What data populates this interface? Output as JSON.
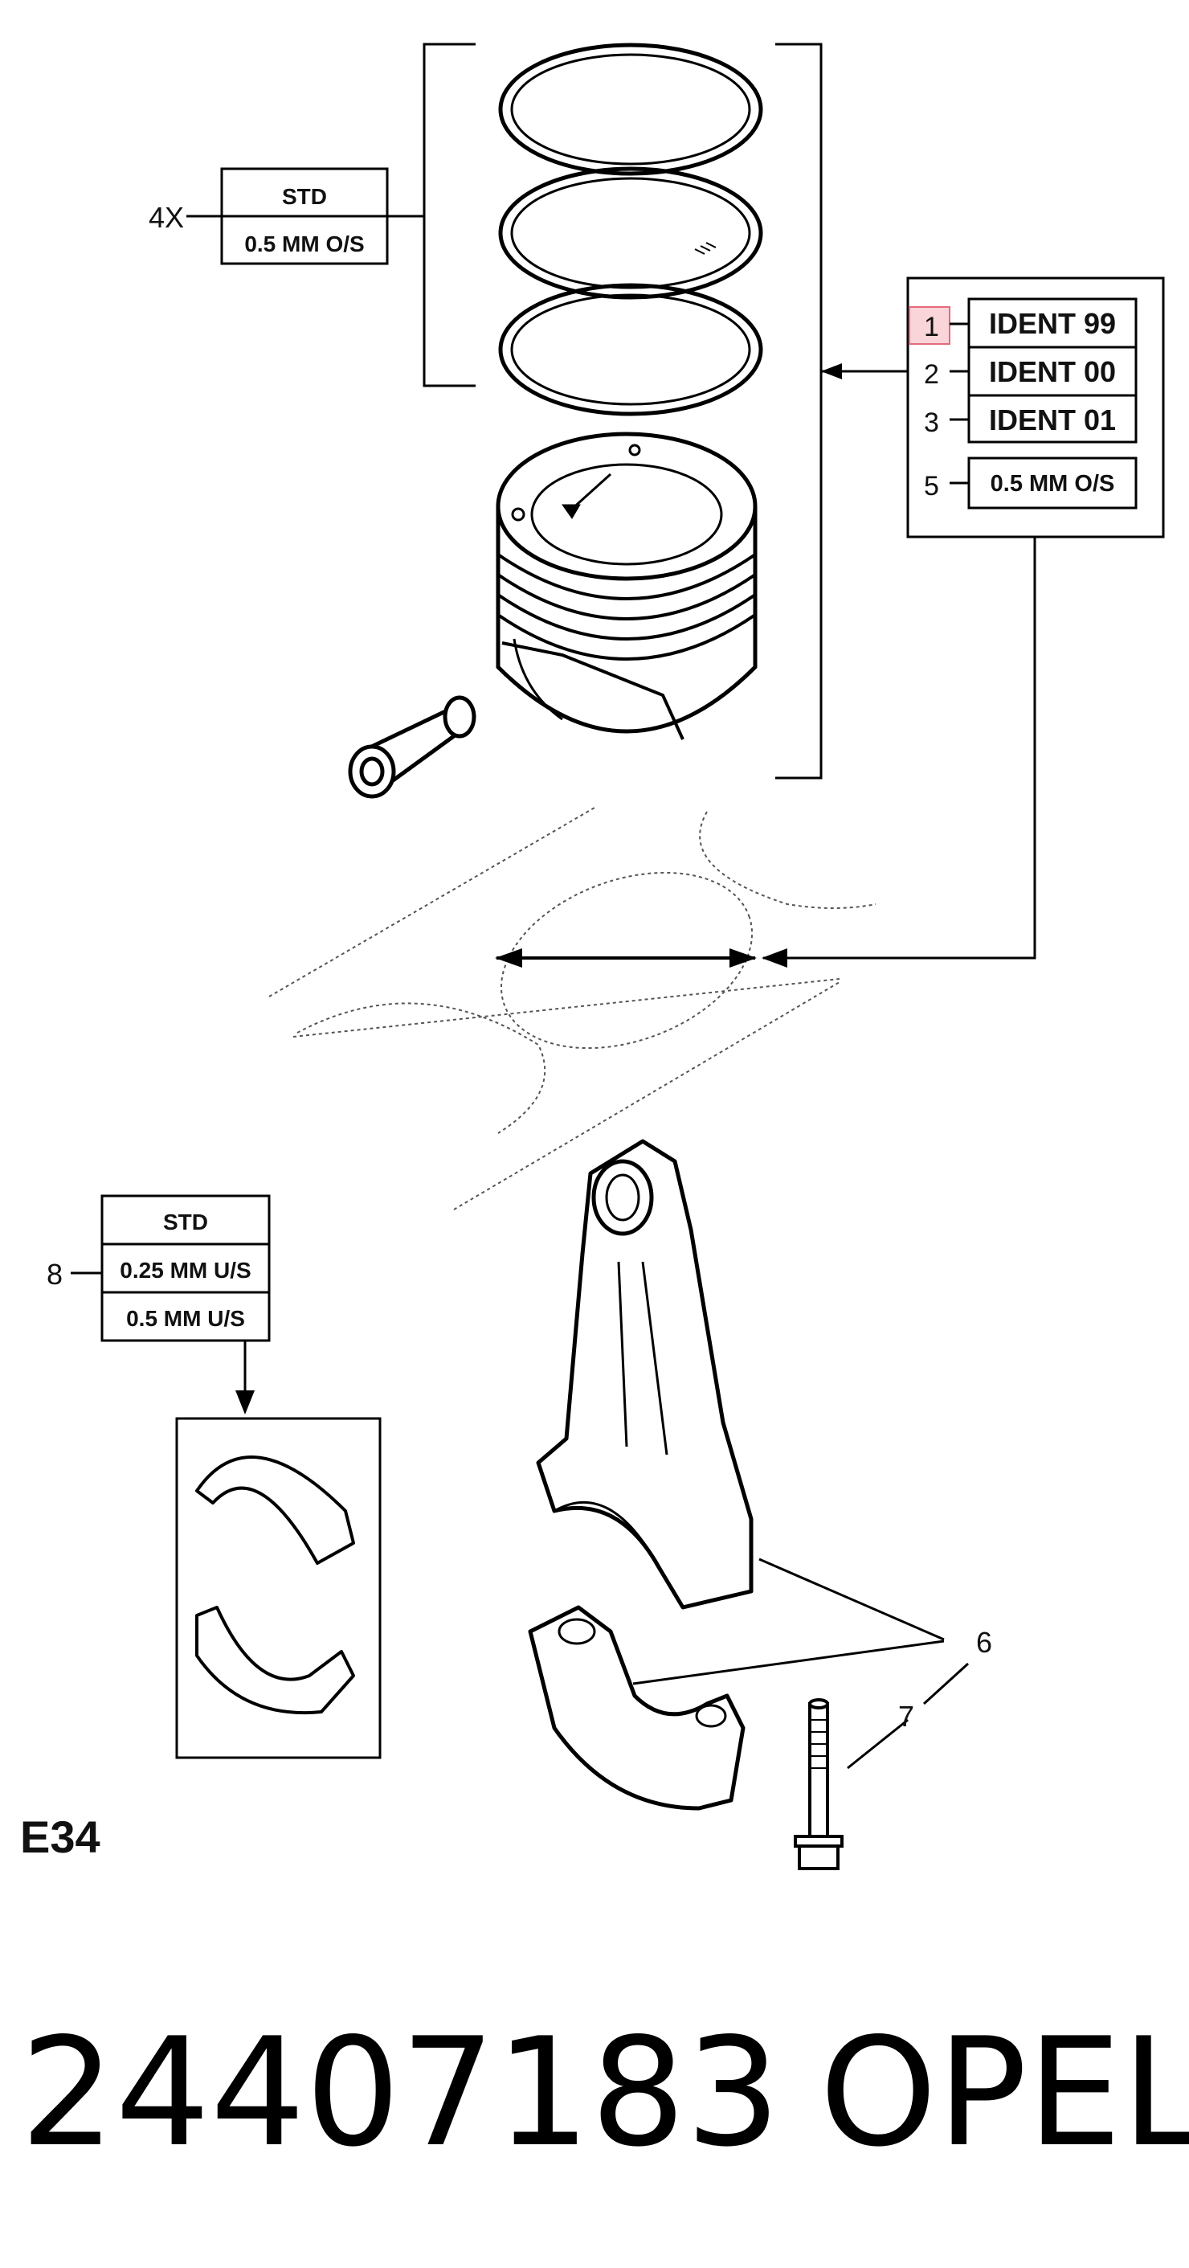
{
  "rings_box": {
    "multiplier": "4X",
    "rows": [
      "STD",
      "0.5 MM O/S"
    ]
  },
  "ident_box": {
    "items": [
      {
        "num": "1",
        "label": "IDENT 99",
        "highlight": true
      },
      {
        "num": "2",
        "label": "IDENT 00"
      },
      {
        "num": "3",
        "label": "IDENT 01"
      },
      {
        "num": "5",
        "label": "0.5 MM O/S"
      }
    ]
  },
  "bearing_box": {
    "num": "8",
    "rows": [
      "STD",
      "0.25 MM U/S",
      "0.5 MM U/S"
    ]
  },
  "callouts": {
    "rod": "6",
    "bolt": "7"
  },
  "figure_code": "E34",
  "part_number": "24407183",
  "brand": "OPEL",
  "colors": {
    "highlight_fill": "#f9d4d8",
    "highlight_stroke": "#e46a7a",
    "ink": "#000000"
  }
}
